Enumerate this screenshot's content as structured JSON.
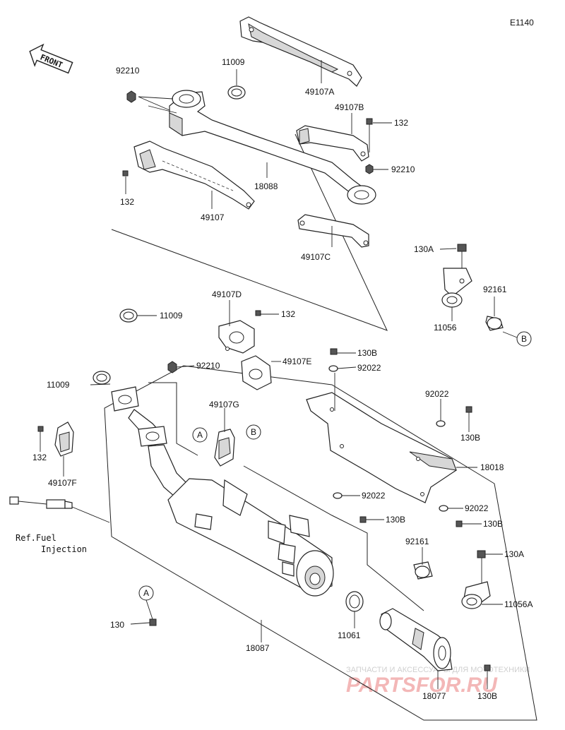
{
  "diagram_code": "E1140",
  "front_label": "FRONT",
  "ref_note": [
    "Ref.Fuel",
    "Injection"
  ],
  "callout_a": "A",
  "callout_b": "B",
  "parts": {
    "p11009_top": "11009",
    "p92210_top": "92210",
    "p49107A": "49107A",
    "p49107B": "49107B",
    "p132_b": "132",
    "p92210_right": "92210",
    "p18088": "18088",
    "p132_left": "132",
    "p49107": "49107",
    "p49107C": "49107C",
    "p130A_top": "130A",
    "p92161_top": "92161",
    "p11056": "11056",
    "p49107D": "49107D",
    "p132_d": "132",
    "p11009_mid": "11009",
    "p130B_top": "130B",
    "p92022_top": "92022",
    "p49107E": "49107E",
    "p92210_mid": "92210",
    "p11009_left": "11009",
    "p49107G": "49107G",
    "p92022_right": "92022",
    "p130B_right": "130B",
    "p132_f": "132",
    "p18018": "18018",
    "p49107F": "49107F",
    "p92022_low": "92022",
    "p130B_low": "130B",
    "p92022_low2": "92022",
    "p130B_low2": "130B",
    "p92161_low": "92161",
    "p130A_low": "130A",
    "p11056A": "11056A",
    "p130": "130",
    "p11061": "11061",
    "p18087": "18087",
    "p18077": "18077",
    "p130B_bottom": "130B"
  },
  "watermark": {
    "tagline": "ЗАПЧАСТИ И АКСЕССУАРЫ ДЛЯ МОТОТЕХНИКИ",
    "brand": "PARTSFOR.RU"
  }
}
